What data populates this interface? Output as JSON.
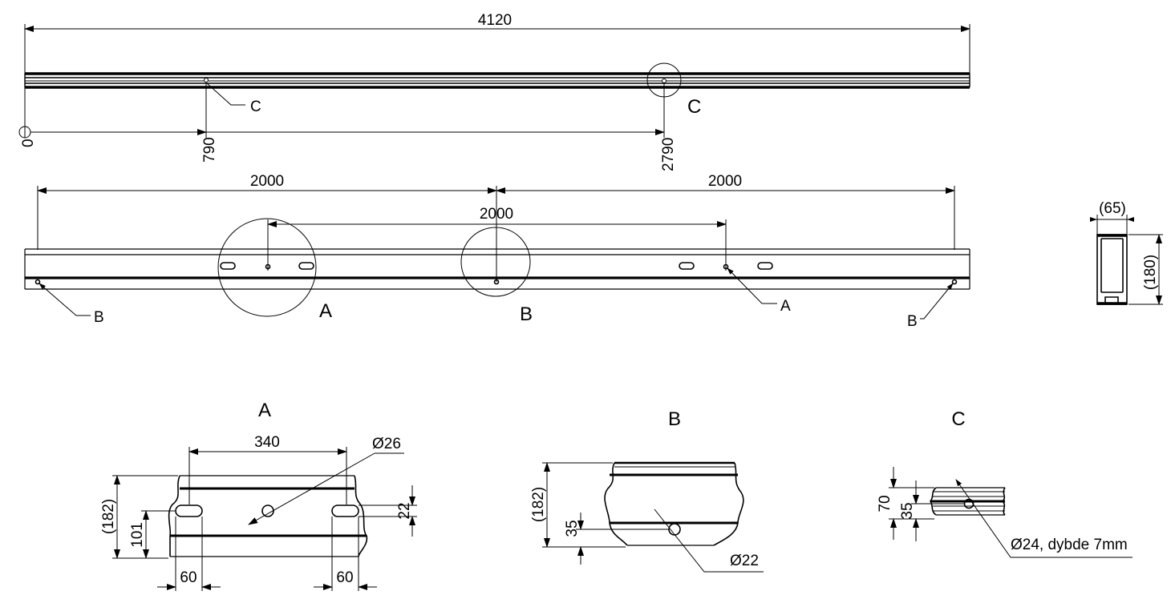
{
  "top_view": {
    "overall_length": "4120",
    "origin": "0",
    "pos_1": "790",
    "pos_2": "2790",
    "callout_1": "C",
    "callout_2": "C"
  },
  "front_view": {
    "span_left": "2000",
    "span_right": "2000",
    "span_mid": "2000",
    "callout_b_left": "B",
    "callout_a_circle": "A",
    "callout_b_circle": "B",
    "callout_a_right": "A",
    "callout_b_right": "B"
  },
  "section": {
    "width": "(65)",
    "height": "(180)"
  },
  "detail_a": {
    "title": "A",
    "slot_spacing": "340",
    "hole_dia": "Ø26",
    "height": "(182)",
    "hole_height": "101",
    "slot_height": "22",
    "slot_len_left": "60",
    "slot_len_right": "60"
  },
  "detail_b": {
    "title": "B",
    "height": "(182)",
    "hole_height": "35",
    "hole_dia": "Ø22"
  },
  "detail_c": {
    "title": "C",
    "height": "70",
    "hole_height": "35",
    "hole_note": "Ø24, dybde 7mm"
  }
}
